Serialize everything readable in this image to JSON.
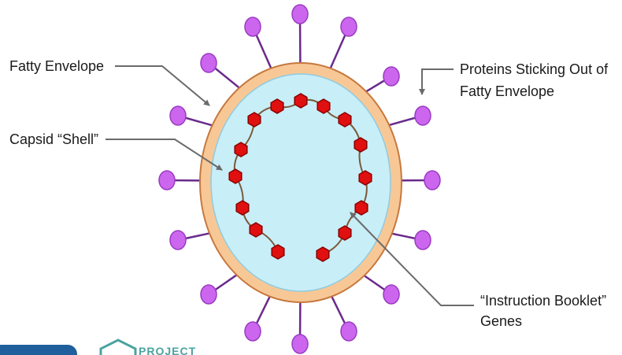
{
  "labels": {
    "fatty_envelope": "Fatty Envelope",
    "proteins_line1": "Proteins Sticking Out of",
    "proteins_line2": "Fatty Envelope",
    "capsid": "Capsid “Shell”",
    "instruction_line1": "“Instruction Booklet”",
    "instruction_line2": "Genes"
  },
  "logo": {
    "text": "PROJECT"
  },
  "colors": {
    "envelope": "#f7c896",
    "envelope_stroke": "#c7783e",
    "capsid_fill": "#c8eef8",
    "spike": "#cc66ee",
    "spike_stroke": "#9a3cc2",
    "stalk": "#6a2a8c",
    "hexagon": "#e01010",
    "hexagon_stroke": "#8a0000",
    "gene_strand": "#7a5a3a",
    "leader": "#6b6b6b",
    "logo_blue": "#1f5f9c",
    "logo_teal": "#4aa3a0"
  },
  "icons": {
    "spike": "protein-spike-icon",
    "capsomere": "capsomere-hexagon-icon",
    "arrowhead": "arrowhead-icon"
  }
}
